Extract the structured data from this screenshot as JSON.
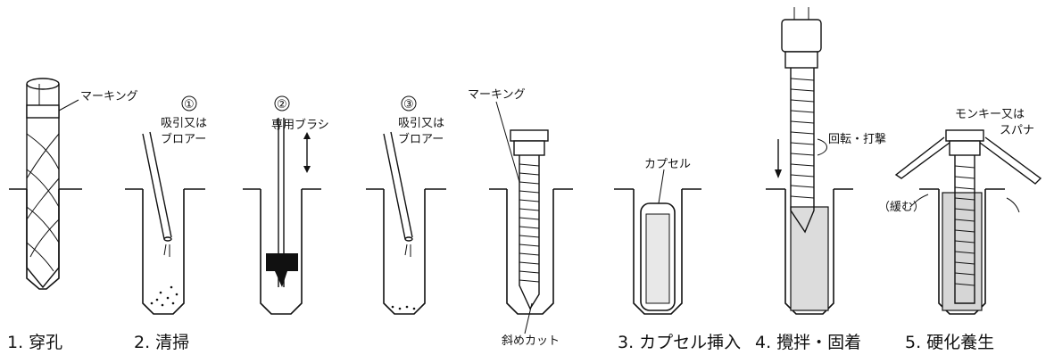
{
  "steps": [
    {
      "label": "1. 穿孔"
    },
    {
      "label": "2. 清掃"
    },
    {
      "label": "3. カプセル挿入"
    },
    {
      "label": "4. 攪拌・固着"
    },
    {
      "label": "5. 硬化養生"
    }
  ],
  "callouts": {
    "marking_drill": "マーキング",
    "sub1_num": "①",
    "sub1_line1": "吸引又は",
    "sub1_line2": "ブロアー",
    "sub2_num": "②",
    "sub2_text": "専用ブラシ",
    "sub3_num": "③",
    "sub3_line1": "吸引又は",
    "sub3_line2": "ブロアー",
    "marking_bolt": "マーキング",
    "bevel_cut": "斜めカット",
    "capsule": "カプセル",
    "rotate_strike": "回転・打撃",
    "wrench_line1": "モンキー又は",
    "wrench_line2": "スパナ",
    "loosen": "（緩む）"
  }
}
